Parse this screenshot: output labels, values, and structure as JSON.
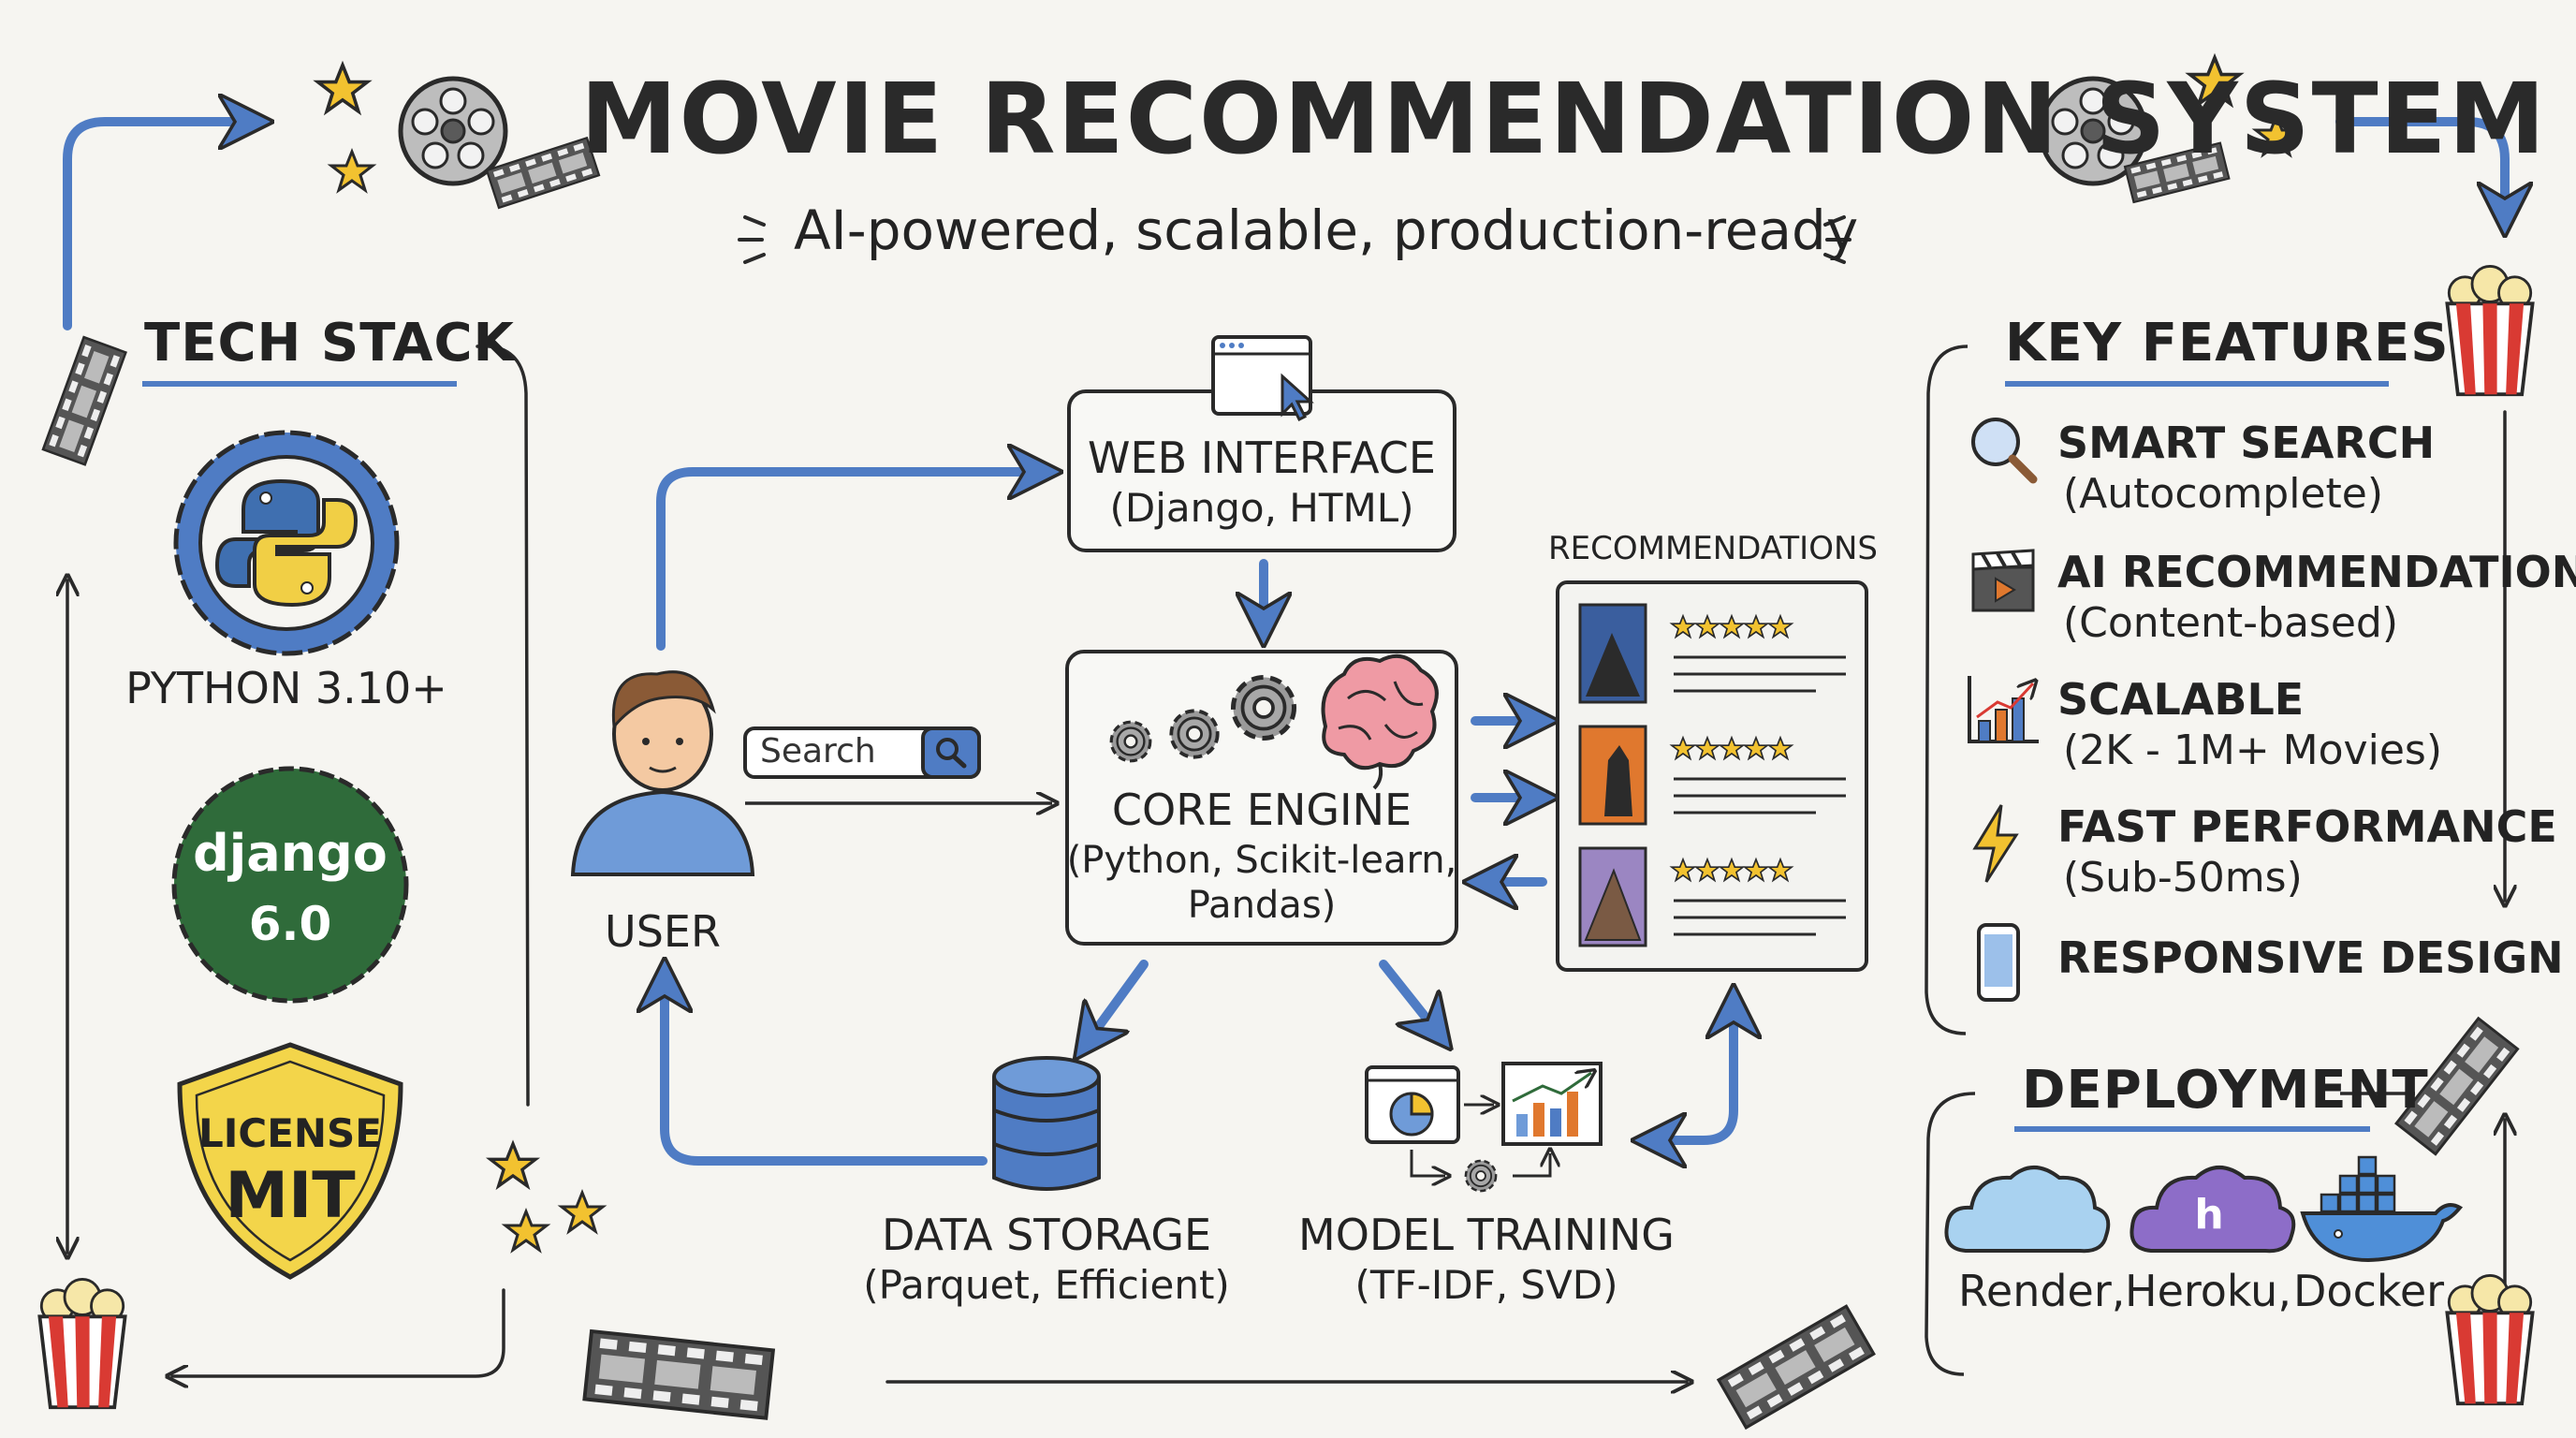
{
  "title": "MOVIE RECOMMENDATION SYSTEM",
  "subtitle": "AI-powered, scalable, production-ready",
  "tech_stack": {
    "heading": "TECH STACK",
    "python_label": "PYTHON 3.10+",
    "django_word": "django",
    "django_version": "6.0",
    "license_word": "LICENSE",
    "license_name": "MIT"
  },
  "flow": {
    "user_label": "USER",
    "search_placeholder": "Search",
    "web_interface": {
      "title": "WEB INTERFACE",
      "sub": "(Django, HTML)"
    },
    "core_engine": {
      "title": "CORE ENGINE",
      "sub1": "(Python, Scikit-learn,",
      "sub2": "Pandas)"
    },
    "recommendations_label": "RECOMMENDATIONS",
    "data_storage": {
      "title": "DATA STORAGE",
      "sub": "(Parquet, Efficient)"
    },
    "model_training": {
      "title": "MODEL TRAINING",
      "sub": "(TF-IDF, SVD)"
    }
  },
  "key_features": {
    "heading": "KEY FEATURES",
    "items": [
      {
        "name": "SMART SEARCH",
        "detail": "(Autocomplete)",
        "icon": "magnifier-icon"
      },
      {
        "name": "AI RECOMMENDATIONS",
        "detail": "(Content-based)",
        "icon": "clapperboard-icon"
      },
      {
        "name": "SCALABLE",
        "detail": "(2K - 1M+ Movies)",
        "icon": "bar-chart-icon"
      },
      {
        "name": "FAST PERFORMANCE",
        "detail": "(Sub-50ms)",
        "icon": "lightning-icon"
      },
      {
        "name": "RESPONSIVE DESIGN",
        "detail": "",
        "icon": "phone-icon"
      }
    ]
  },
  "deployment": {
    "heading": "DEPLOYMENT",
    "targets": [
      "Render,",
      "Heroku,",
      "Docker"
    ],
    "heroku_glyph": "h"
  },
  "colors": {
    "ink": "#2a2a2a",
    "arrow_blue": "#4f7cc4",
    "python_blue": "#3f6fb0",
    "python_yellow": "#f1cf45",
    "django_green": "#2f6b3a",
    "license_yellow": "#f3d54a",
    "star_yellow": "#f2c230",
    "popcorn_red": "#d93a33"
  }
}
